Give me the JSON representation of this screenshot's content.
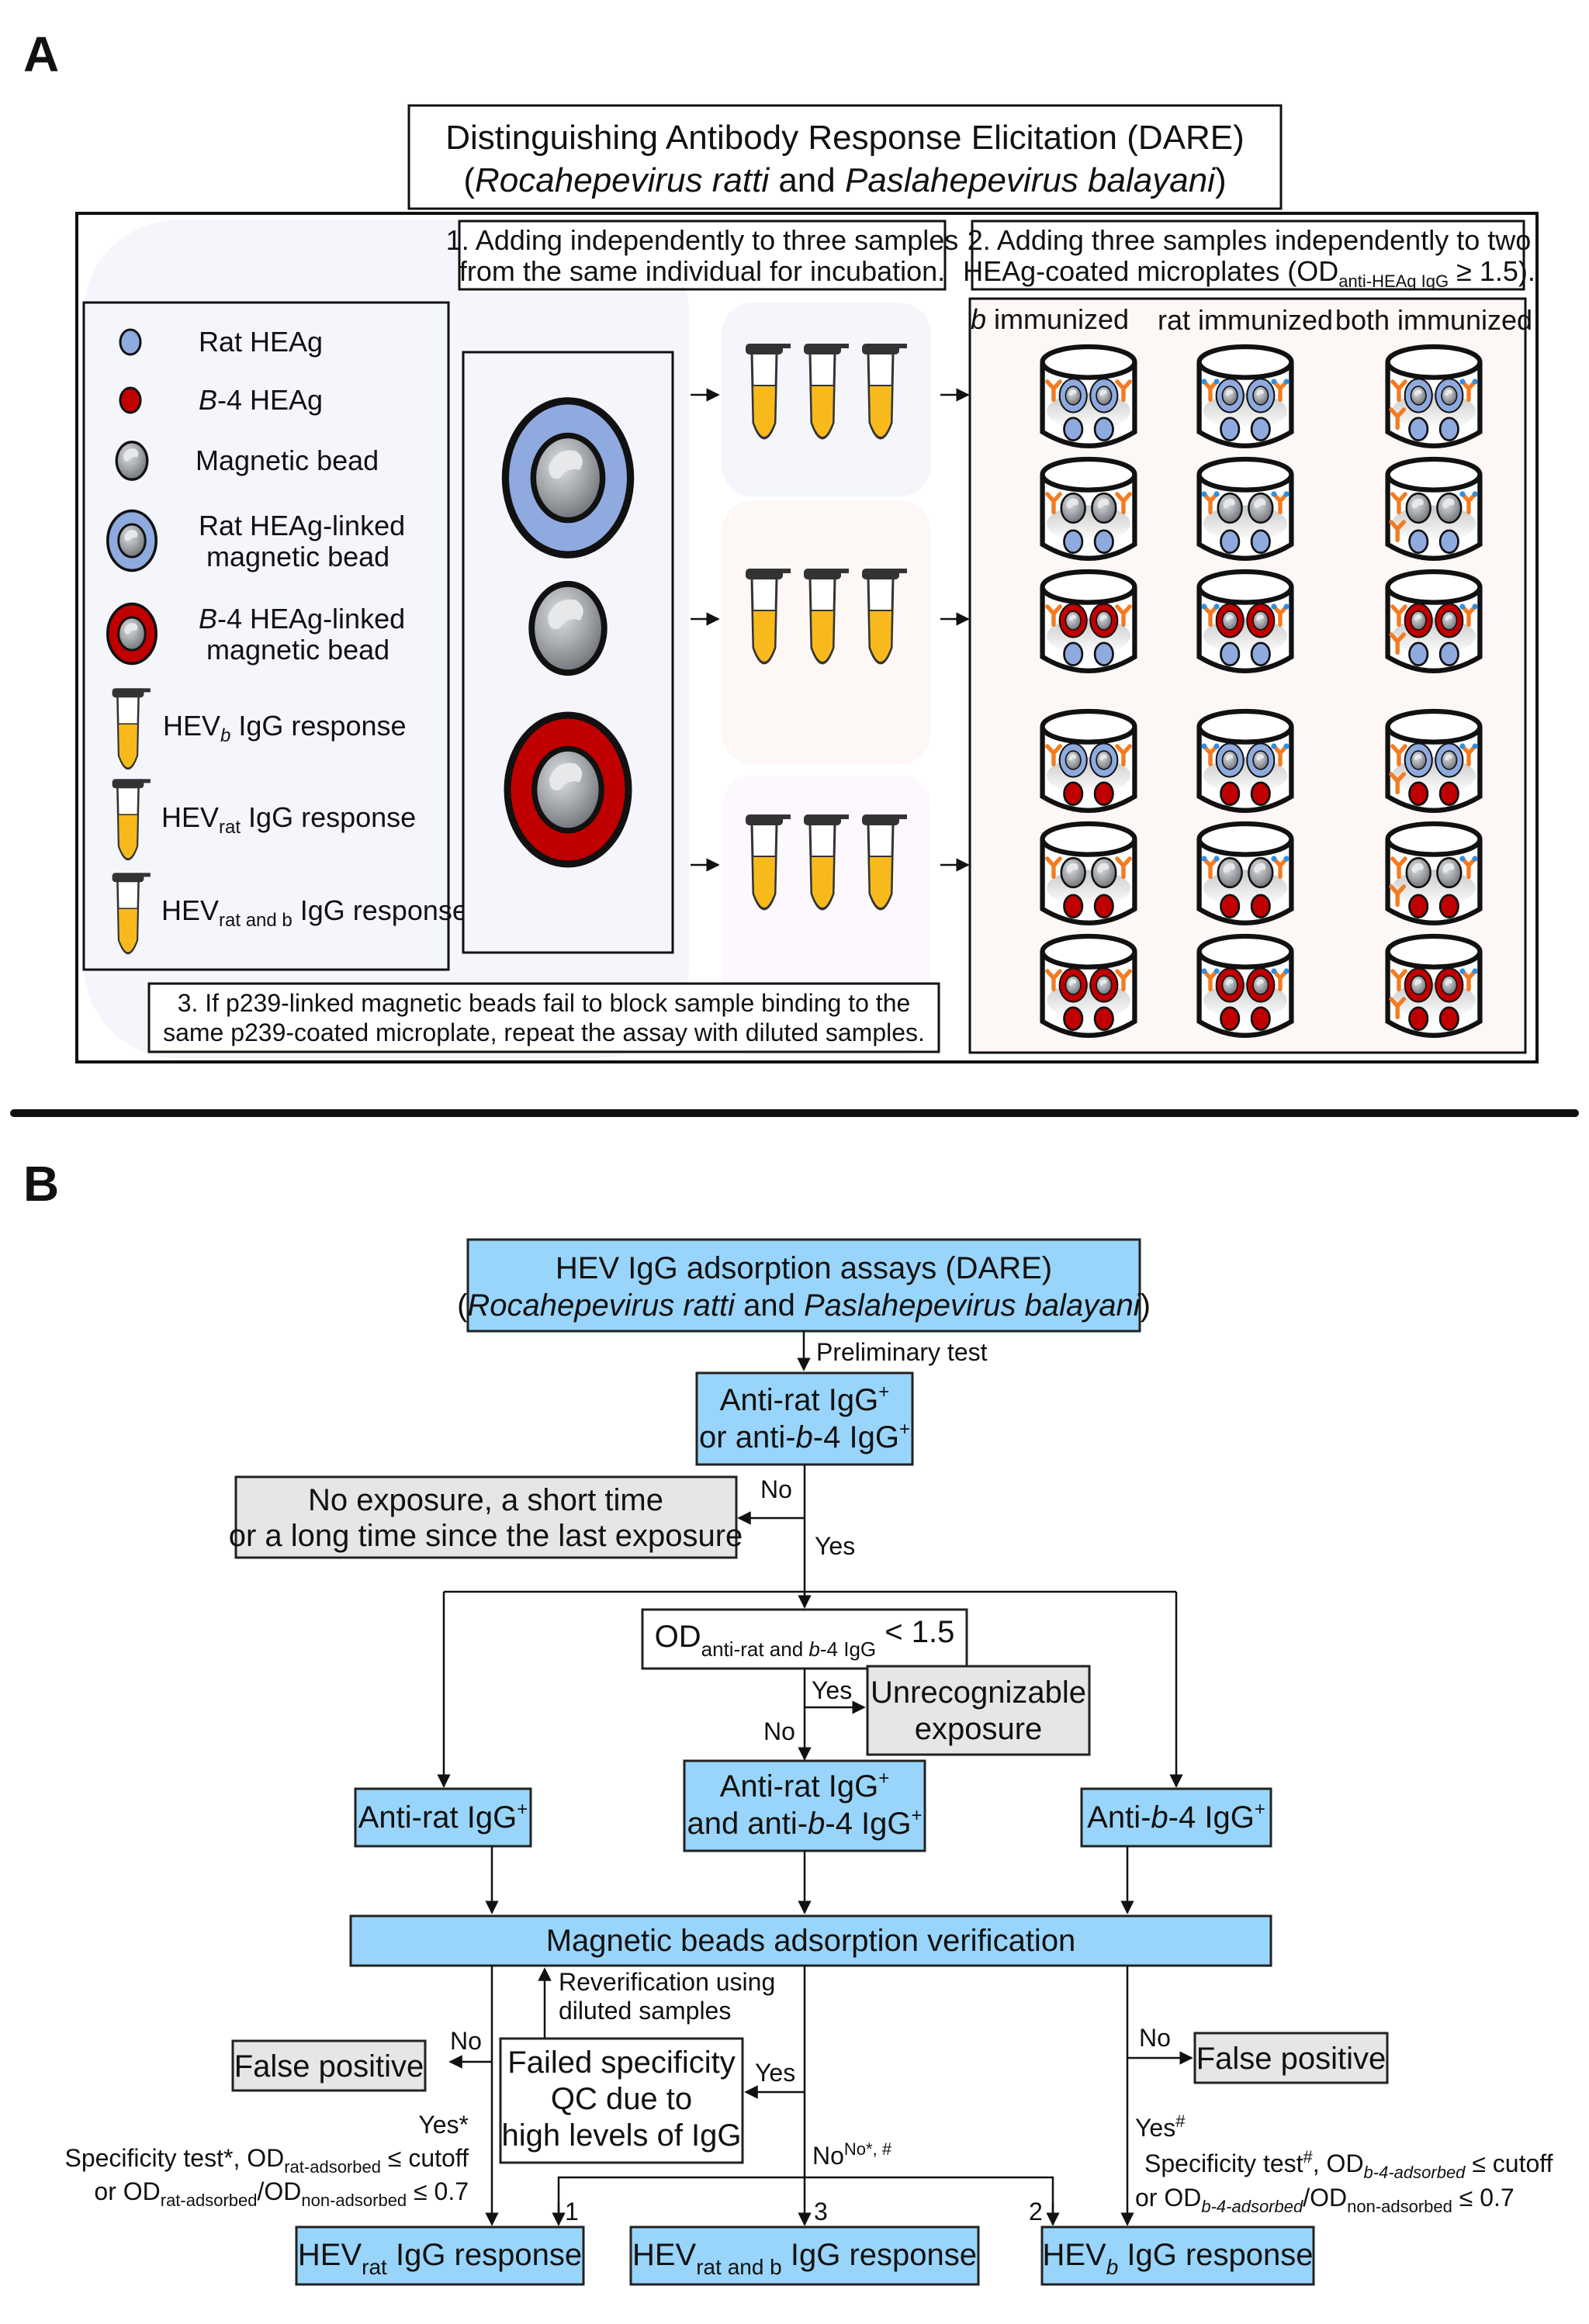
{
  "panel_a": {
    "letter": "A",
    "title_line1": "Distinguishing Antibody Response Elicitation (DARE)",
    "title_line2_open": "(",
    "title_line2_species1": "Rocahepevirus ratti",
    "title_line2_and": " and ",
    "title_line2_species2": "Paslahepevirus balayani",
    "title_line2_close": ")",
    "step1_line1": "1. Adding independently to three samples",
    "step1_line2": "from the same individual for incubation.",
    "step2_line1": "2. Adding three samples independently to two",
    "step2_line2_pre": "HEAg-coated microplates (OD",
    "step2_line2_sub": "anti-HEAg IgG",
    "step2_line2_post": " ≥ 1.5).",
    "step3_line1": "3. If p239-linked magnetic beads fail to block sample binding to the",
    "step3_line2": "same p239-coated microplate, repeat the assay with diluted samples.",
    "legend": [
      {
        "icon": "rat-heag-icon",
        "label": "Rat HEAg"
      },
      {
        "icon": "b4-heag-icon",
        "label_italic": "B",
        "label": "-4 HEAg"
      },
      {
        "icon": "magnetic-bead-icon",
        "label": "Magnetic bead"
      },
      {
        "icon": "rat-heag-linked-bead-icon",
        "label": "Rat HEAg-linked",
        "label2": "magnetic bead"
      },
      {
        "icon": "b4-heag-linked-bead-icon",
        "label_italic": "B",
        "label": "-4 HEAg-linked",
        "label2": "magnetic bead"
      },
      {
        "icon": "tube-b-icon",
        "label_pre": "HEV",
        "label_sub": "b",
        "label_post": " IgG response"
      },
      {
        "icon": "tube-rat-icon",
        "label_pre": "HEV",
        "label_sub": "rat",
        "label_post": " IgG response"
      },
      {
        "icon": "tube-both-icon",
        "label_pre": "HEV",
        "label_sub": "rat and b",
        "label_post": " IgG response"
      }
    ],
    "columns": [
      "b immunized",
      "rat immunized",
      "both immunized"
    ],
    "column_italic_prefix": "b",
    "column0_rest": " immunized",
    "colors": {
      "rat_heag": "#8eaadf",
      "b4_heag": "#c00000",
      "bead_gray": "#9a9ea3",
      "tube_liquid": "#f8b91c",
      "antibody_orange": "#f47b20",
      "antibody_blue": "#2f8fe0",
      "bg_blue_tint": "#f4f6fc",
      "bg_red_tint": "#fdf7f6"
    }
  },
  "panel_b": {
    "letter": "B",
    "top_line1": "HEV IgG adsorption assays (DARE)",
    "top_line2_open": "(",
    "top_line2_species1": "Rocahepevirus ratti",
    "top_line2_and": " and ",
    "top_line2_species2": "Paslahepevirus balayani",
    "top_line2_close": ")",
    "preliminary_test": "Preliminary test",
    "prelim_box_line1": "Anti-rat IgG",
    "prelim_box_line2_pre": "or anti-",
    "prelim_box_line2_it": "b",
    "prelim_box_line2_post": "-4 IgG",
    "sup_plus": "+",
    "no_label": "No",
    "yes_label": "Yes",
    "no_exposure_line1": "No exposure, a short time",
    "no_exposure_line2": "or a long time since the last exposure",
    "od_pre": "OD",
    "od_sub_pre": "anti-rat and ",
    "od_sub_it": "b",
    "od_sub_post": "-4 IgG",
    "od_post": " < 1.5",
    "unrecognizable_line1": "Unrecognizable",
    "unrecognizable_line2": "exposure",
    "anti_rat": "Anti-rat IgG",
    "both_line1": "Anti-rat IgG",
    "both_line2_pre": "and anti-",
    "both_line2_it": "b",
    "both_line2_post": "-4 IgG",
    "anti_b4_pre": "Anti-",
    "anti_b4_it": "b",
    "anti_b4_post": "-4 IgG",
    "verification": "Magnetic beads adsorption verification",
    "reverification_line1": "Reverification using",
    "reverification_line2": "diluted samples",
    "false_positive": "False positive",
    "failed_qc_line1": "Failed specificity",
    "failed_qc_line2": "QC due to",
    "failed_qc_line3": "high levels of IgG",
    "yes_star": "Yes*",
    "yes_hash_pre": "Yes",
    "hash": "#",
    "no_star_hash": "No*, #",
    "spec_rat_line1_pre": "Specificity test*, OD",
    "spec_rat_line1_sub": "rat-adsorbed",
    "spec_rat_line1_post": " ≤ cutoff",
    "spec_rat_line2_pre": "or OD",
    "spec_rat_line2_sub1": "rat-adsorbed",
    "spec_rat_line2_mid": "/OD",
    "spec_rat_line2_sub2": "non-adsorbed",
    "spec_rat_line2_post": " ≤ 0.7",
    "spec_b_line1_pre": "Specificity test",
    "spec_b_line1_mid": ", OD",
    "spec_b_line1_sub": "b-4-adsorbed",
    "spec_b_line1_post": " ≤ cutoff",
    "spec_b_line2_pre": "or OD",
    "spec_b_line2_sub1": "b-4-adsorbed",
    "spec_b_line2_mid": "/OD",
    "spec_b_line2_sub2": "non-adsorbed",
    "spec_b_line2_post": " ≤ 0.7",
    "route_1": "1",
    "route_2": "2",
    "route_3": "3",
    "result_hev": "HEV",
    "result_rat_sub": "rat",
    "result_both_sub": "rat and b",
    "result_b_sub": "b",
    "result_post": " IgG response",
    "colors": {
      "blue_box": "#99d5fa",
      "gray_box": "#e6e6e6"
    }
  }
}
